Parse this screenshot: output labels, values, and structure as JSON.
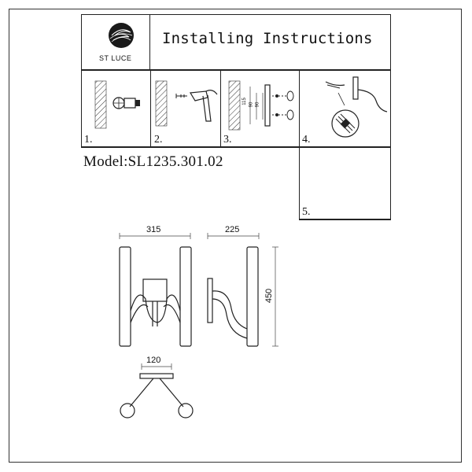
{
  "header": {
    "brand": "ST LUCE",
    "title": "Installing Instructions",
    "logo_icon": "st-luce-spiral-logo"
  },
  "steps": [
    {
      "label": "1.",
      "icon": "wall-drill-icon"
    },
    {
      "label": "2.",
      "icon": "hammer-anchor-icon"
    },
    {
      "label": "3.",
      "icon": "mounting-plate-screws-icon"
    },
    {
      "label": "4.",
      "icon": "wire-connection-icon"
    },
    {
      "label": "5.",
      "icon": ""
    }
  ],
  "model": "Model:SL1235.301.02",
  "dimensions": {
    "front_width": "315",
    "side_depth": "225",
    "height": "450",
    "top_span": "120"
  },
  "step3_measurements": [
    "115",
    "90",
    "90"
  ]
}
